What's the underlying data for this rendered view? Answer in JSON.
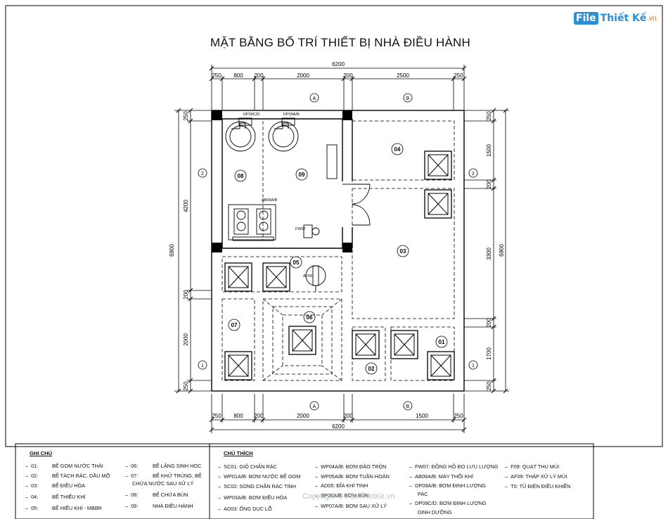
{
  "title": "MẶT BẰNG BỐ TRÍ THIẾT BỊ NHÀ ĐIỀU HÀNH",
  "logo": {
    "box": "File",
    "text": "Thiết Kế",
    "suffix": ".vn"
  },
  "dimensions": {
    "top_total": "6200",
    "top_segments": [
      "250",
      "800",
      "200",
      "2000",
      "200",
      "2500",
      "250"
    ],
    "bottom_total": "6200",
    "bottom_segments": [
      "250",
      "800",
      "200",
      "2000",
      "200",
      "1500",
      "250"
    ],
    "left_total": "6900",
    "left_segments": [
      "250",
      "4200",
      "200",
      "2000",
      "250"
    ],
    "right_total": "6900",
    "right_segments": [
      "250",
      "1500",
      "200",
      "3300",
      "200",
      "1700",
      "250"
    ]
  },
  "axes": {
    "a": "A",
    "b": "B",
    "one": "1",
    "two": "2"
  },
  "rooms": [
    "01",
    "02",
    "03",
    "04",
    "05",
    "06",
    "07",
    "08",
    "09"
  ],
  "equipment": {
    "dp09c": "DP09C/D",
    "dp09a": "DP09A/B",
    "ab09a": "AB09A/B",
    "fw07": "FW07",
    "af09": "AF09"
  },
  "legend_notes": {
    "heading": "GHI CHÚ",
    "items": [
      {
        "code": "01:",
        "text": "BỂ GOM NƯỚC THẢI"
      },
      {
        "code": "02:",
        "text": "BỂ TÁCH RÁC, DẦU MỠ"
      },
      {
        "code": "03:",
        "text": "BỂ ĐIỀU HÒA"
      },
      {
        "code": "04:",
        "text": "BỂ THIẾU KHÍ"
      },
      {
        "code": "05:",
        "text": "BỂ HIẾU KHÍ - MBBR"
      },
      {
        "code": "06:",
        "text": "BỂ LẮNG SINH HỌC"
      },
      {
        "code": "07:",
        "text": "BỂ KHỬ TRÙNG, BỂ"
      },
      {
        "code": "",
        "text": "CHỨA NƯỚC SAU XỬ LÝ"
      },
      {
        "code": "08:",
        "text": "BỂ CHỨA BÙN"
      },
      {
        "code": "09:",
        "text": "NHÀ ĐIỀU HÀNH"
      }
    ]
  },
  "legend_symbols": {
    "heading": "CHÚ THÍCH",
    "col1": [
      "SC01:  GIỎ CHẮN RÁC",
      "WP01A/B:  BƠM NƯỚC BỂ GOM",
      "SC02:  SONG CHẮN RÁC TINH",
      "WP03A/B:  BƠM ĐIỀU HÒA",
      "AD03:  ỐNG DỤC LỖ"
    ],
    "col2": [
      "WP04A/B: BƠM ĐẢO TRỘN",
      "WP05A/B: BƠM TUẦN HOÀN",
      "AD05: ĐĨA KHÍ TINH",
      "SP06A/B: BƠM BÙN",
      "WP07A/B: BƠM SAU XỬ LÝ"
    ],
    "col3": [
      "FW07: ĐỒNG HỒ ĐO LƯU LƯỢNG",
      "AB09A/B: MÁY THỔI KHÍ",
      "DP09A/B: BƠM ĐỊNH LƯỢNG",
      "PAC",
      "DP09C/D: BƠM ĐỊNH LƯỢNG",
      "DINH DƯỠNG"
    ],
    "col4": [
      "F09: QUẠT THU MÙI",
      "AF09: THÁP XỬ LÝ MÙI",
      "T0: TỦ ĐIỆN ĐIỀU KHIỂN"
    ]
  },
  "watermark": "Copyright © FileThietKe.vn"
}
